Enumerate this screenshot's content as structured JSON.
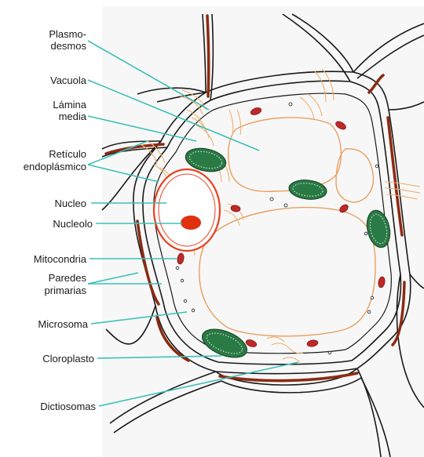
{
  "diagram": {
    "labels": {
      "plasmodesmos_1": "Plasmo-",
      "plasmodesmos_2": "desmos",
      "vacuola": "Vacuola",
      "lamina_1": "Lámina",
      "lamina_2": "media",
      "reticulo_1": "Retículo",
      "reticulo_2": "endoplásmico",
      "nucleo": "Nucleo",
      "nucleolo": "Nucleolo",
      "mitocondria": "Mitocondria",
      "paredes_1": "Paredes",
      "paredes_2": "primarias",
      "microsoma": "Microsoma",
      "cloroplasto": "Cloroplasto",
      "dictiosomas": "Dictiosomas"
    },
    "colors": {
      "leader_line": "#3cc0b8",
      "cell_wall": "#1a1a1a",
      "middle_lamella": "#8b2a12",
      "membrane": "#e8a060",
      "reticulum": "#f0b070",
      "nucleus": "#e84020",
      "nucleolus": "#e03010",
      "chloroplast": "#1e6a3a",
      "mitochondria": "#c02828",
      "background_page": "#f6f6f6"
    }
  }
}
